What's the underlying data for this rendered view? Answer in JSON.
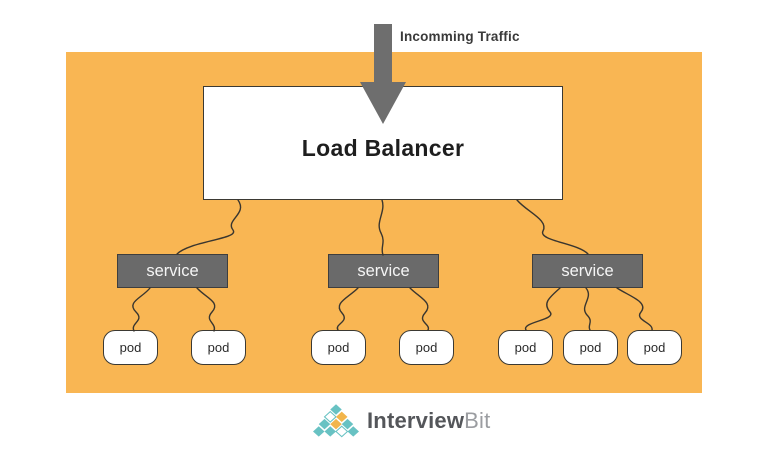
{
  "diagram": {
    "incoming_label": "Incomming Traffic",
    "load_balancer_label": "Load Balancer",
    "services": [
      {
        "label": "service",
        "pods": [
          {
            "label": "pod"
          },
          {
            "label": "pod"
          }
        ]
      },
      {
        "label": "service",
        "pods": [
          {
            "label": "pod"
          },
          {
            "label": "pod"
          }
        ]
      },
      {
        "label": "service",
        "pods": [
          {
            "label": "pod"
          },
          {
            "label": "pod"
          },
          {
            "label": "pod"
          }
        ]
      }
    ]
  },
  "footer": {
    "brand_primary": "Interview",
    "brand_secondary": "Bit"
  },
  "colors": {
    "orange": "#F9B653",
    "line": "#3a362f",
    "box-border": "#3b3933",
    "service-fill": "#6A6A6A",
    "service-border": "#3E3E3E",
    "arrow-gray": "#6E6E6E",
    "brand-dark": "#54565A",
    "brand-light": "#9B9DA1",
    "teal": "#68C2C3",
    "gold": "#F2B54B"
  }
}
